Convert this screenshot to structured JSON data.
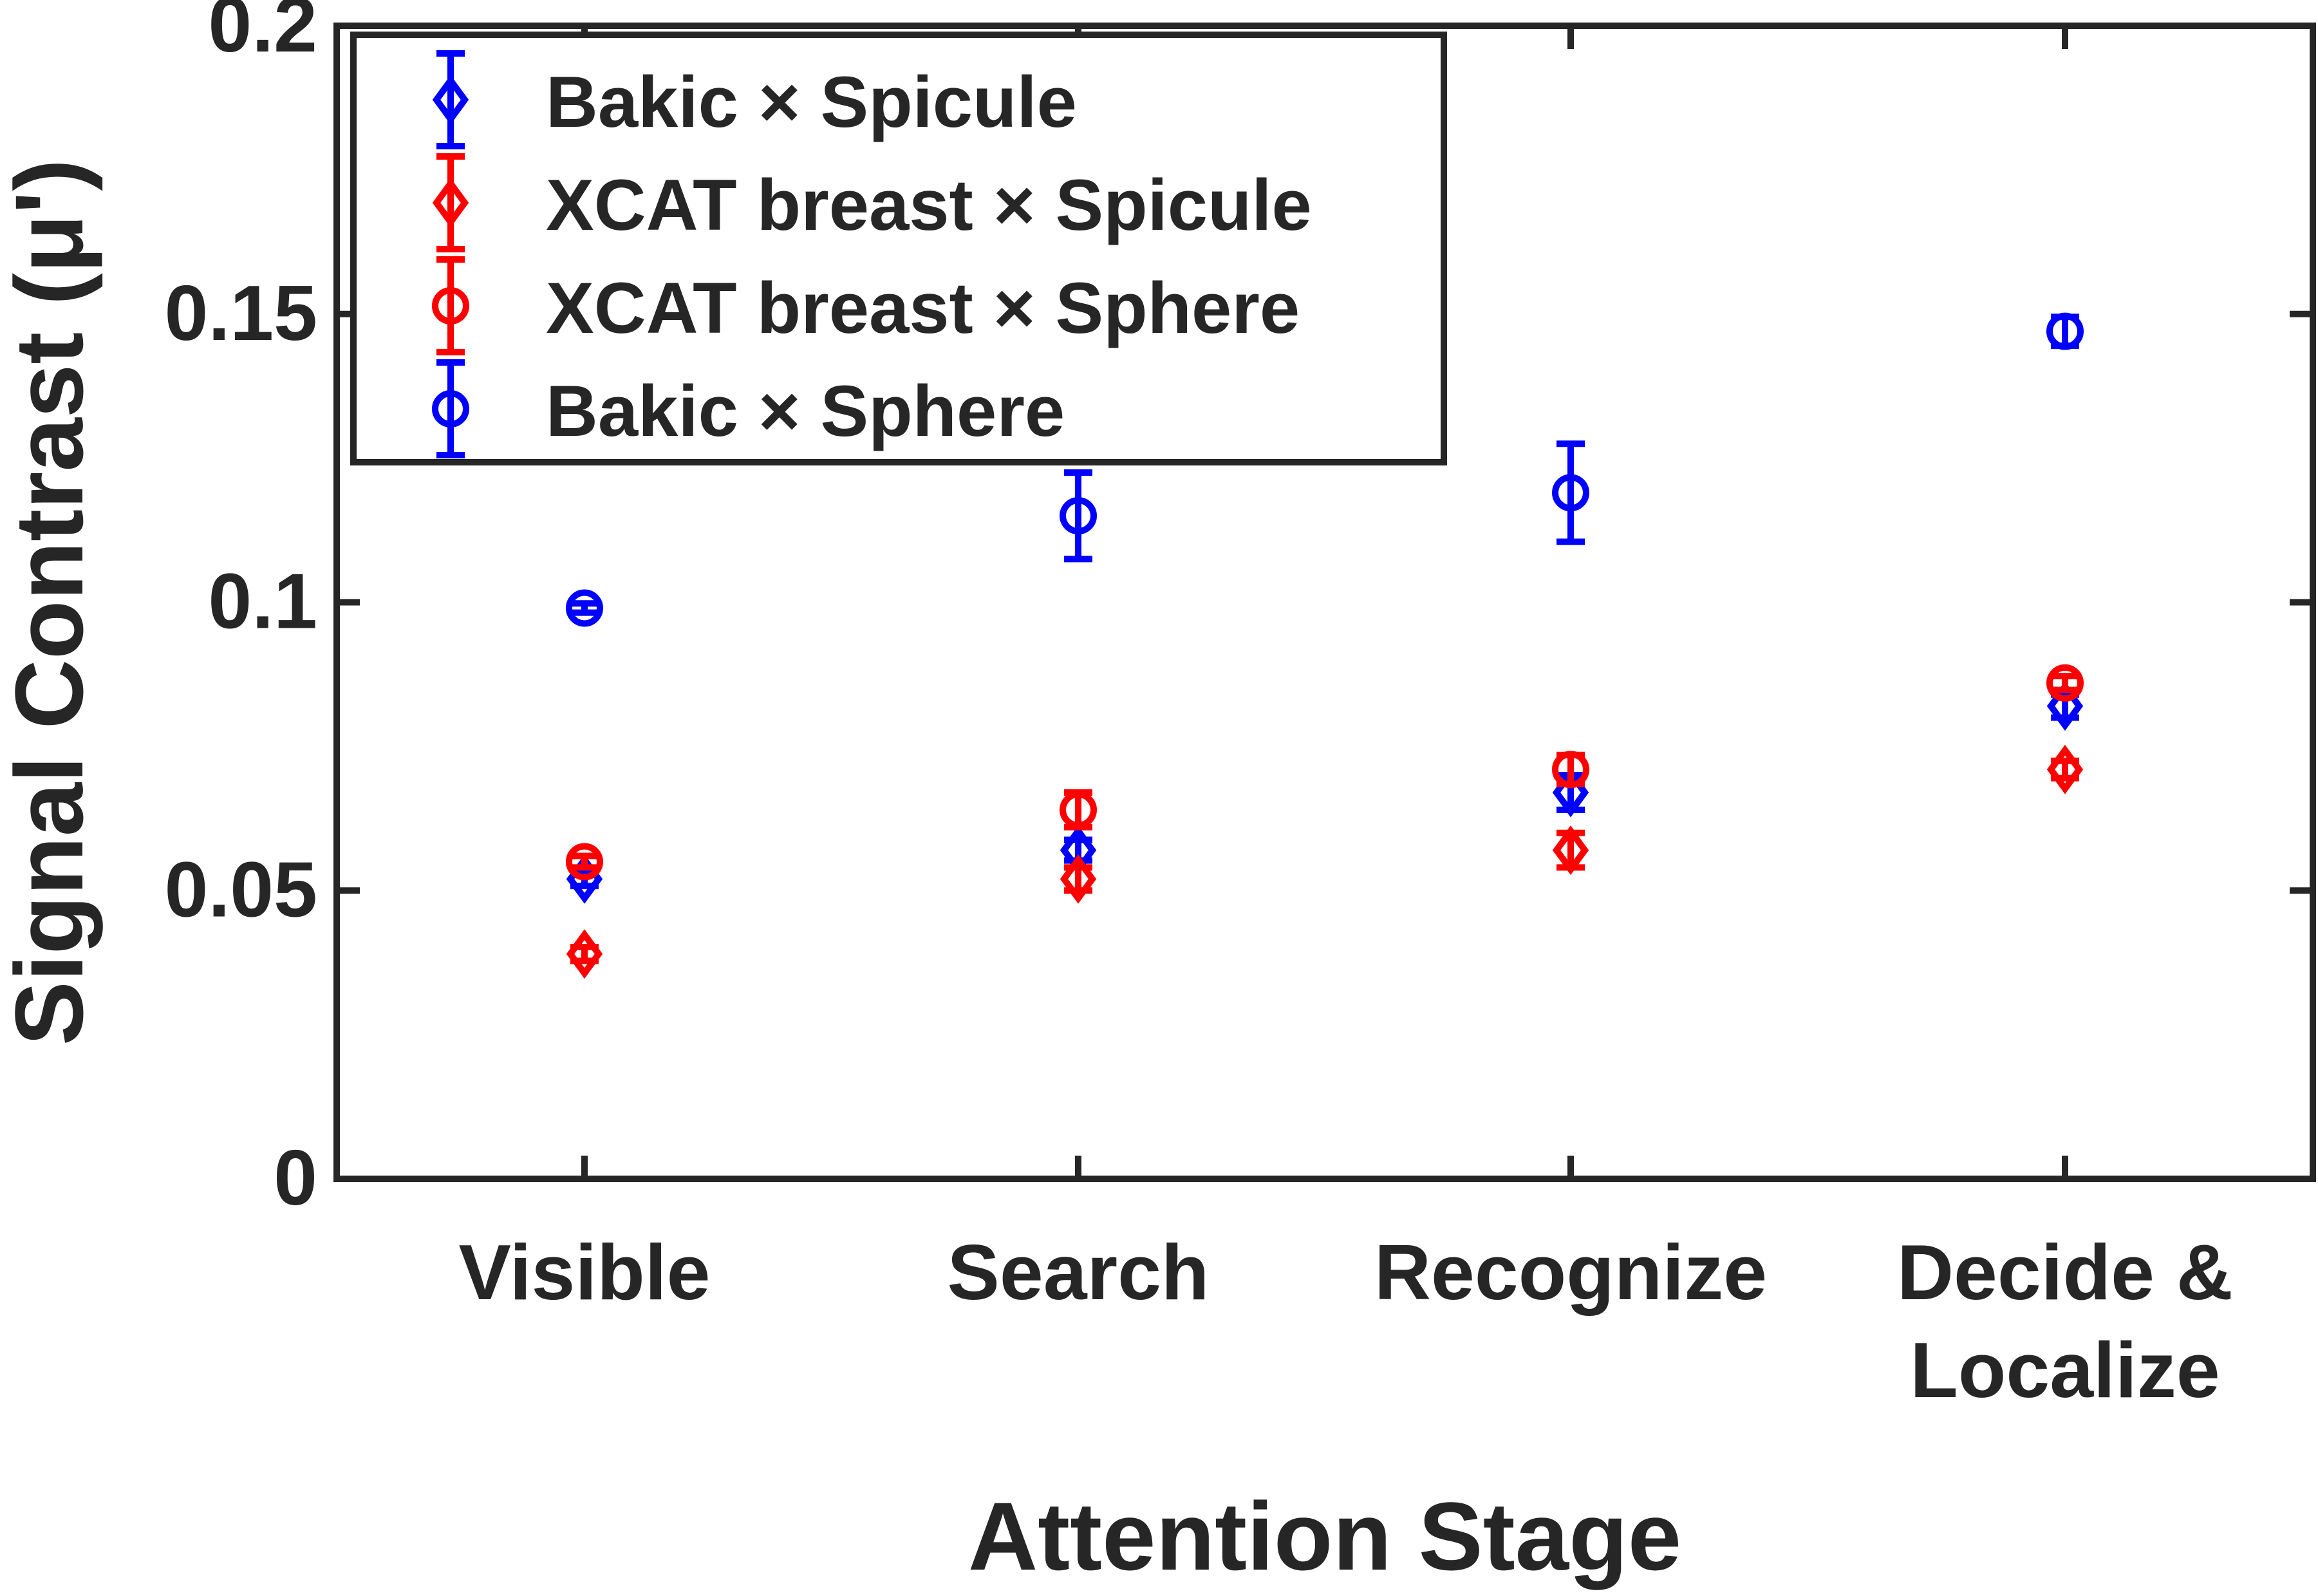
{
  "chart_data": {
    "type": "scatter",
    "xlabel": "Attention Stage",
    "ylabel": "Signal Contrast (μ')",
    "categories": [
      [
        "Visible"
      ],
      [
        "Search"
      ],
      [
        "Recognize"
      ],
      [
        "Decide &",
        "Localize"
      ]
    ],
    "ylim": [
      0,
      0.2
    ],
    "yticks": [
      "0",
      "0.05",
      "0.1",
      "0.15",
      "0.2"
    ],
    "ytick_values": [
      0,
      0.05,
      0.1,
      0.15,
      0.2
    ],
    "grid": false,
    "legend_position": "top-left",
    "series": [
      {
        "name": "Bakic × Spicule",
        "color": "#0000ff",
        "marker": "diamond",
        "values": [
          0.052,
          0.057,
          0.067,
          0.082
        ],
        "errors": [
          0.0012,
          0.0018,
          0.003,
          0.002
        ]
      },
      {
        "name": "XCAT breast × Spicule",
        "color": "#ff0000",
        "marker": "diamond",
        "values": [
          0.039,
          0.052,
          0.057,
          0.071
        ],
        "errors": [
          0.0012,
          0.002,
          0.003,
          0.0015
        ]
      },
      {
        "name": "XCAT breast × Sphere",
        "color": "#ff0000",
        "marker": "circle",
        "values": [
          0.055,
          0.064,
          0.071,
          0.086
        ],
        "errors": [
          0.001,
          0.003,
          0.0025,
          0.0012
        ]
      },
      {
        "name": "Bakic × Sphere",
        "color": "#0000ff",
        "marker": "circle",
        "values": [
          0.099,
          0.115,
          0.119,
          0.147
        ],
        "errors": [
          0.0008,
          0.0075,
          0.0085,
          0.0025
        ]
      }
    ]
  }
}
